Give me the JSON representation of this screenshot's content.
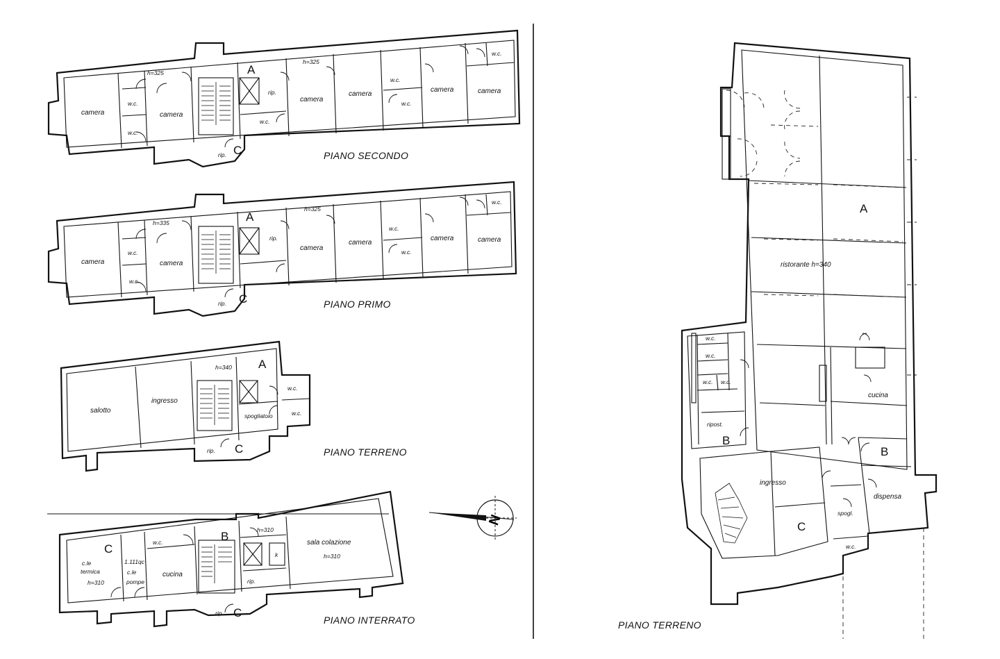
{
  "titles": {
    "secondo": "PIANO SECONDO",
    "primo": "PIANO PRIMO",
    "terreno_left": "PIANO TERRENO",
    "interrato": "PIANO INTERRATO",
    "terreno_right": "PIANO TERRENO"
  },
  "zones": {
    "A": "A",
    "B": "B",
    "C": "C"
  },
  "labels": {
    "camera": "camera",
    "wc": "w.c.",
    "rip": "rip.",
    "h325": "h=325",
    "h335": "h=335",
    "h340": "h=340",
    "h310": "h=310",
    "salotto": "salotto",
    "ingresso": "ingresso",
    "spogliatoio": "spogliatoio",
    "cle_termica_1": "c.le",
    "cle_termica_2": "termica",
    "cle_pompe_1": "1.111qc",
    "cle_pompe_2": "c.le",
    "cle_pompe_3": "pompe",
    "cucina": "cucina",
    "k": "k",
    "sala_colazione": "sala colazione",
    "ristorante": "ristorante h=340",
    "ripost": "ripost.",
    "dispensa": "dispensa",
    "spogl": "spogl."
  },
  "compass": {
    "symbol": "N"
  }
}
